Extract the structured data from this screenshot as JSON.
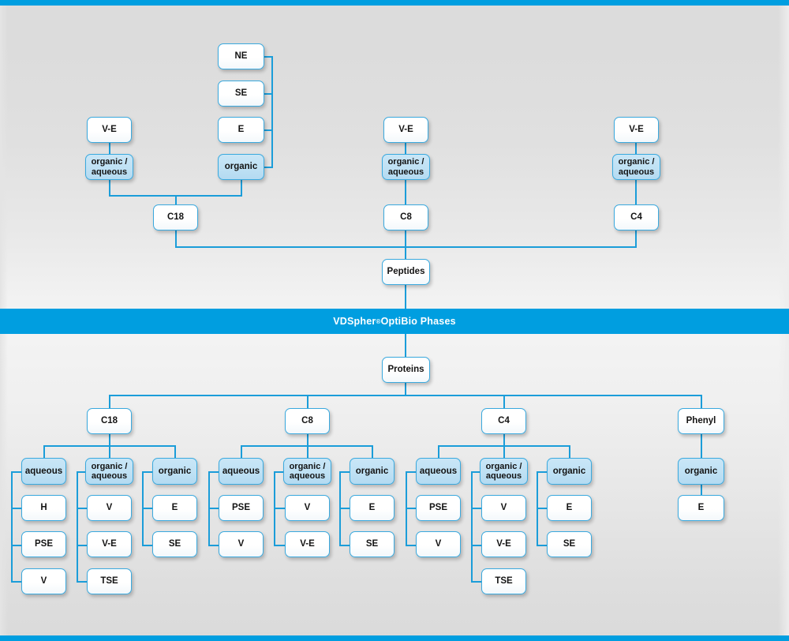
{
  "theme": {
    "accent": "#009ee0",
    "line": "#1b9dd9",
    "node_border": "#3aa9de",
    "node_fill": "#ffffff",
    "node_fill_highlight": "#bfe1f4",
    "banner_text_color": "#ffffff",
    "background": "#dcdcdc"
  },
  "banner": {
    "brand": "VDSpher",
    "registered": "®",
    "title": " OptiBio Phases",
    "full_text": "VDSpher® OptiBio Phases"
  },
  "peptides": {
    "root_label": "Peptides",
    "columns": [
      {
        "phase": "C18",
        "modes": [
          {
            "label": "organic /\naqueous",
            "highlight": true,
            "parents": [
              {
                "label": "V-E"
              }
            ]
          },
          {
            "label": "organic",
            "highlight": true,
            "parents": [
              {
                "label": "NE"
              },
              {
                "label": "SE"
              },
              {
                "label": "E"
              }
            ]
          }
        ]
      },
      {
        "phase": "C8",
        "modes": [
          {
            "label": "organic /\naqueous",
            "highlight": true,
            "parents": [
              {
                "label": "V-E"
              }
            ]
          }
        ]
      },
      {
        "phase": "C4",
        "modes": [
          {
            "label": "organic /\naqueous",
            "highlight": true,
            "parents": [
              {
                "label": "V-E"
              }
            ]
          }
        ]
      }
    ]
  },
  "proteins": {
    "root_label": "Proteins",
    "columns": [
      {
        "phase": "C18",
        "modes": [
          {
            "label": "aqueous",
            "highlight": true,
            "children": [
              "H",
              "PSE",
              "V"
            ]
          },
          {
            "label": "organic /\naqueous",
            "highlight": true,
            "children": [
              "V",
              "V-E",
              "TSE"
            ]
          },
          {
            "label": "organic",
            "highlight": true,
            "children": [
              "E",
              "SE"
            ]
          }
        ]
      },
      {
        "phase": "C8",
        "modes": [
          {
            "label": "aqueous",
            "highlight": true,
            "children": [
              "PSE",
              "V"
            ]
          },
          {
            "label": "organic /\naqueous",
            "highlight": true,
            "children": [
              "V",
              "V-E"
            ]
          },
          {
            "label": "organic",
            "highlight": true,
            "children": [
              "E",
              "SE"
            ]
          }
        ]
      },
      {
        "phase": "C4",
        "modes": [
          {
            "label": "aqueous",
            "highlight": true,
            "children": [
              "PSE",
              "V"
            ]
          },
          {
            "label": "organic /\naqueous",
            "highlight": true,
            "children": [
              "V",
              "V-E",
              "TSE"
            ]
          },
          {
            "label": "organic",
            "highlight": true,
            "children": [
              "E",
              "SE"
            ]
          }
        ]
      },
      {
        "phase": "Phenyl",
        "modes": [
          {
            "label": "organic",
            "highlight": true,
            "children": [
              "E"
            ]
          }
        ]
      }
    ]
  },
  "nodes": {
    "top": {
      "ne": "NE",
      "se": "SE",
      "e": "E",
      "organic": "organic",
      "ve_c18": "V-E",
      "oa_c18": "organic /\naqueous",
      "c18": "C18",
      "ve_c8": "V-E",
      "oa_c8": "organic /\naqueous",
      "c8": "C8",
      "ve_c4": "V-E",
      "oa_c4": "organic /\naqueous",
      "c4": "C4",
      "peptides": "Peptides"
    },
    "bottom": {
      "proteins": "Proteins",
      "c18": "C18",
      "c8": "C8",
      "c4": "C4",
      "phenyl": "Phenyl",
      "c18_aqueous": "aqueous",
      "c18_oa": "organic /\naqueous",
      "c18_organic": "organic",
      "c18_aq_1": "H",
      "c18_aq_2": "PSE",
      "c18_aq_3": "V",
      "c18_oa_1": "V",
      "c18_oa_2": "V-E",
      "c18_oa_3": "TSE",
      "c18_or_1": "E",
      "c18_or_2": "SE",
      "c8_aqueous": "aqueous",
      "c8_oa": "organic /\naqueous",
      "c8_organic": "organic",
      "c8_aq_1": "PSE",
      "c8_aq_2": "V",
      "c8_oa_1": "V",
      "c8_oa_2": "V-E",
      "c8_or_1": "E",
      "c8_or_2": "SE",
      "c4_aqueous": "aqueous",
      "c4_oa": "organic /\naqueous",
      "c4_organic": "organic",
      "c4_aq_1": "PSE",
      "c4_aq_2": "V",
      "c4_oa_1": "V",
      "c4_oa_2": "V-E",
      "c4_oa_3": "TSE",
      "c4_or_1": "E",
      "c4_or_2": "SE",
      "phenyl_organic": "organic",
      "phenyl_or_1": "E"
    }
  }
}
